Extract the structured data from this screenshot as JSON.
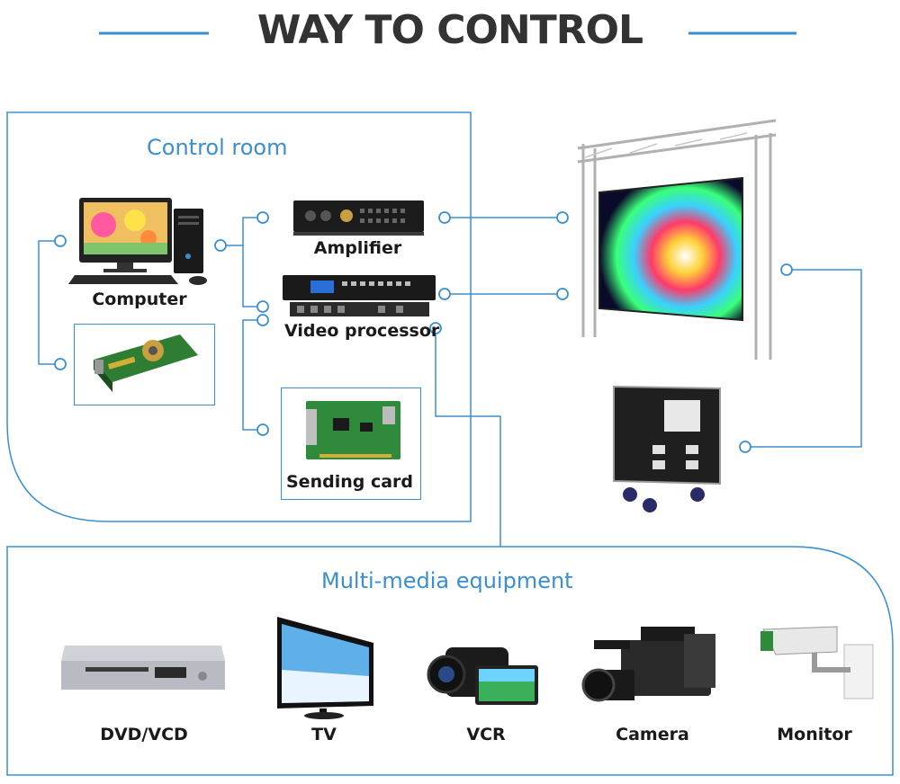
{
  "title": "WAY TO CONTROL",
  "sections": {
    "control_room": "Control room",
    "multimedia": "Multi-media equipment"
  },
  "devices": {
    "computer": "Computer",
    "amplifier": "Amplifier",
    "video_processor": "Video processor",
    "sending_card": "Sending card"
  },
  "media": [
    {
      "label": "DVD/VCD",
      "icon": "dvd-player-icon"
    },
    {
      "label": "TV",
      "icon": "tv-icon"
    },
    {
      "label": "VCR",
      "icon": "camcorder-icon"
    },
    {
      "label": "Camera",
      "icon": "video-camera-icon"
    },
    {
      "label": "Monitor",
      "icon": "security-camera-icon"
    }
  ],
  "colors": {
    "accent": "#3b8fd0",
    "title": "#333333"
  }
}
